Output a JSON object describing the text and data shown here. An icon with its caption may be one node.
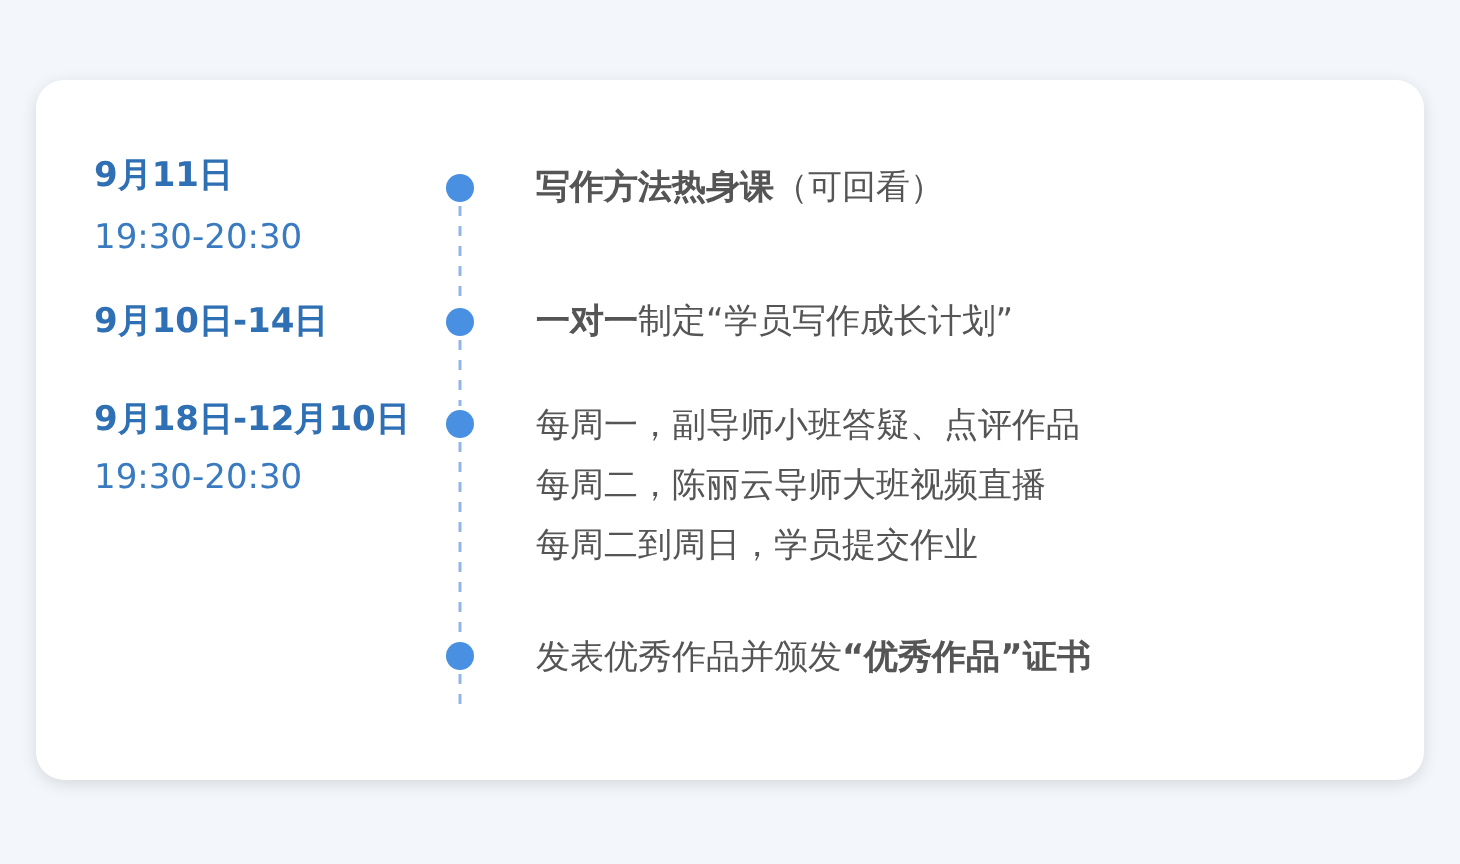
{
  "diagram": {
    "nodes": [
      {
        "text": [],
        "shape": "circle"
      },
      {
        "text": [],
        "shape": "circle"
      },
      {
        "text": [],
        "shape": "circle"
      },
      {
        "text": [],
        "shape": "circle"
      }
    ],
    "edges": [
      {
        "from": 0,
        "to": 1,
        "arrow": "none",
        "style": "dashed"
      },
      {
        "from": 1,
        "to": 2,
        "arrow": "none",
        "style": "dashed"
      },
      {
        "from": 2,
        "to": 3,
        "arrow": "none",
        "style": "dashed"
      },
      {
        "from": 3,
        "to": null,
        "arrow": "none",
        "style": "dashed"
      }
    ],
    "labels": [
      "9月11日",
      "19:30-20:30",
      "**写作方法热身课**（可回看）",
      "9月10日-14日",
      "**一对一**制定“学员写作成长计划”",
      "9月18日-12月10日",
      "19:30-20:30",
      "每周一，副导师小班答疑、点评作品",
      "每周二，陈丽云导师大班视频直播",
      "每周二到周日，学员提交作业",
      "发表优秀作品并颁发**“优秀作品”证书**"
    ]
  }
}
